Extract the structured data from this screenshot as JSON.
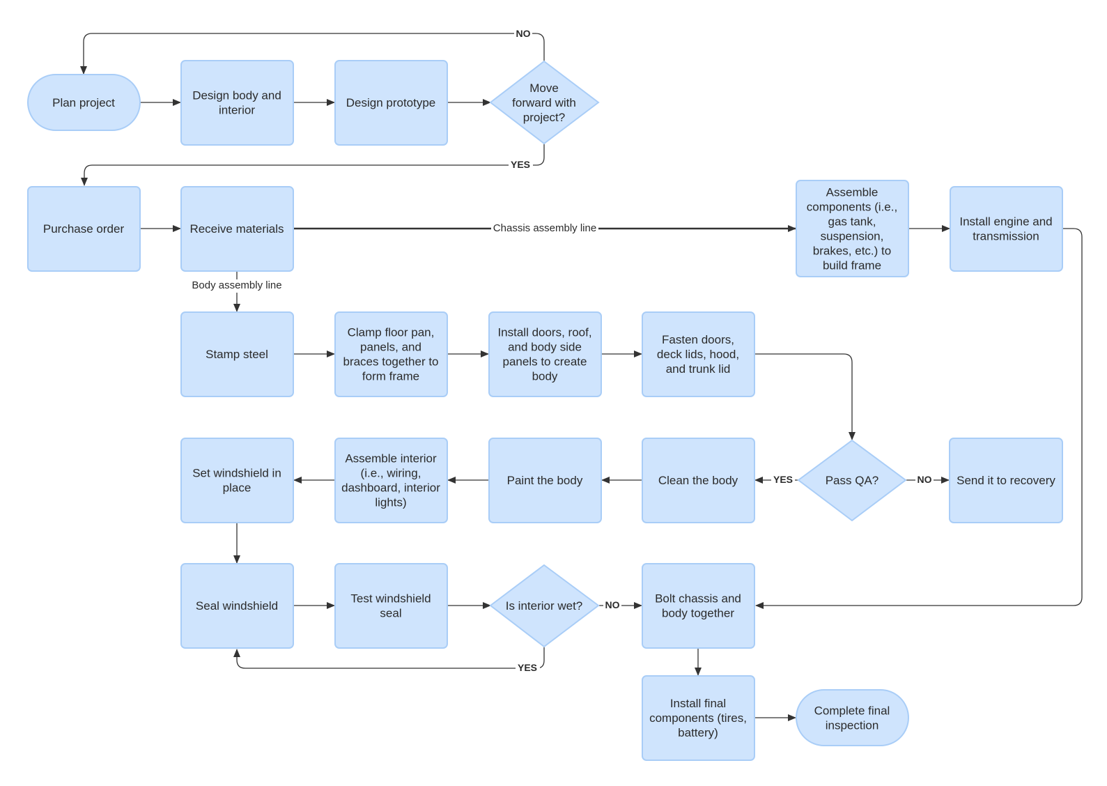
{
  "colors": {
    "node_fill": "#cfe4fd",
    "node_stroke": "#a9cdf7",
    "connector": "#333333",
    "text": "#2b2b2b"
  },
  "nodes": {
    "plan_project": [
      "Plan project"
    ],
    "design_body": [
      "Design body and",
      "interior"
    ],
    "design_prototype": [
      "Design prototype"
    ],
    "move_forward": [
      "Move",
      "forward with",
      "project?"
    ],
    "purchase_order": [
      "Purchase order"
    ],
    "receive_materials": [
      "Receive materials"
    ],
    "assemble_components": [
      "Assemble",
      "components (i.e.,",
      "gas tank,",
      "suspension,",
      "brakes, etc.) to",
      "build frame"
    ],
    "install_engine": [
      "Install engine and",
      "transmission"
    ],
    "stamp_steel": [
      "Stamp steel"
    ],
    "clamp_floor": [
      "Clamp floor pan,",
      "panels, and",
      "braces together to",
      "form frame"
    ],
    "install_doors": [
      "Install doors, roof,",
      "and body side",
      "panels to create",
      "body"
    ],
    "fasten_doors": [
      "Fasten doors,",
      "deck lids, hood,",
      "and trunk lid"
    ],
    "pass_qa": [
      "Pass QA?"
    ],
    "send_recovery": [
      "Send it to recovery"
    ],
    "clean_body": [
      "Clean the body"
    ],
    "paint_body": [
      "Paint the body"
    ],
    "assemble_interior": [
      "Assemble interior",
      "(i.e., wiring,",
      "dashboard, interior",
      "lights)"
    ],
    "set_windshield": [
      "Set windshield in",
      "place"
    ],
    "seal_windshield": [
      "Seal windshield"
    ],
    "test_windshield": [
      "Test windshield",
      "seal"
    ],
    "interior_wet": [
      "Is interior wet?"
    ],
    "bolt_chassis": [
      "Bolt chassis and",
      "body together"
    ],
    "install_final": [
      "Install final",
      "components (tires,",
      "battery)"
    ],
    "final_inspection": [
      "Complete final",
      "inspection"
    ]
  },
  "edge_labels": {
    "move_no": "NO",
    "move_yes": "YES",
    "chassis_line": "Chassis assembly line",
    "body_line": "Body assembly line",
    "qa_yes": "YES",
    "qa_no": "NO",
    "wet_no": "NO",
    "wet_yes": "YES"
  }
}
